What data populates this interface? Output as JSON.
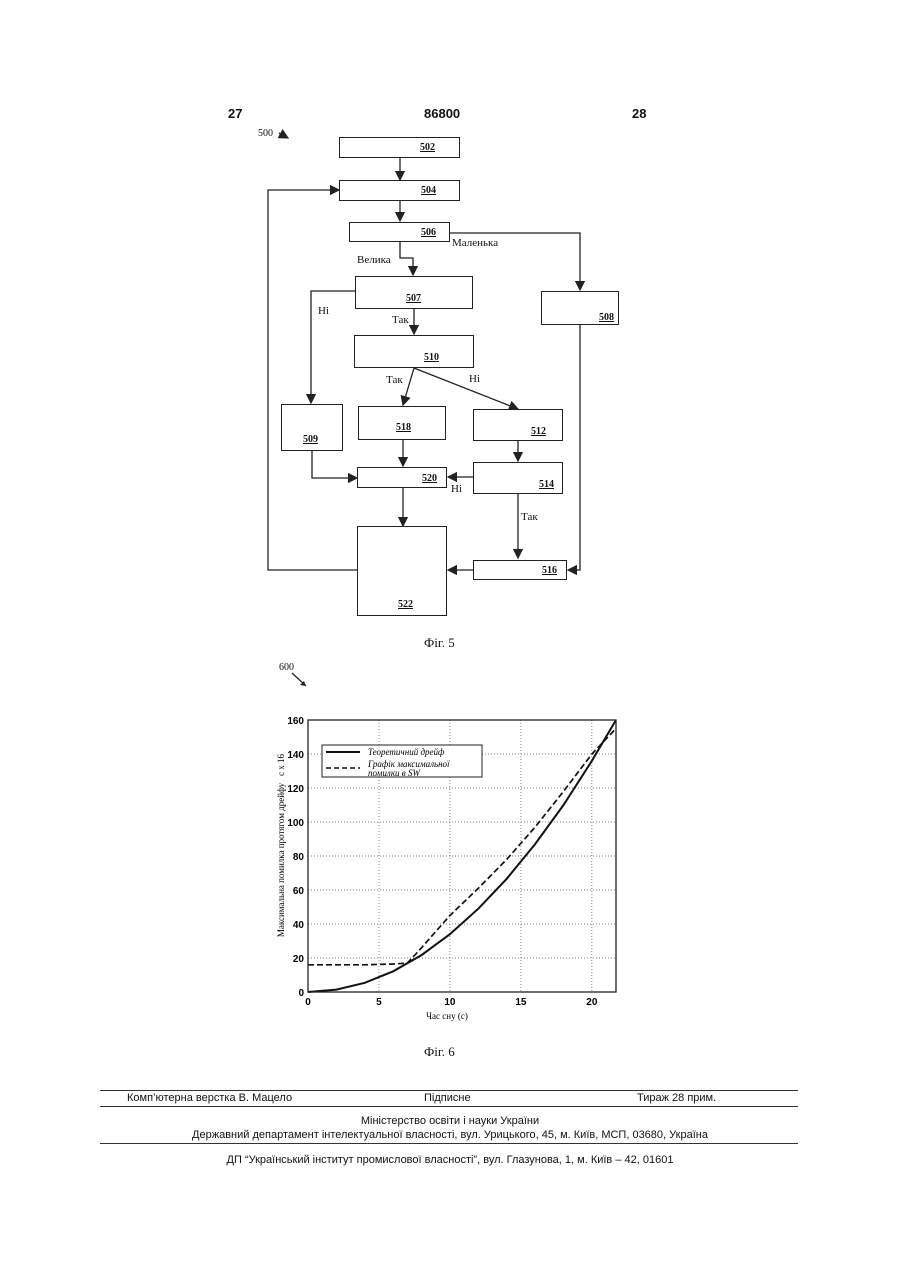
{
  "header": {
    "left_page": "27",
    "patent_number": "86800",
    "right_page": "28"
  },
  "fig5": {
    "ref": "500",
    "boxes": {
      "b502": "502",
      "b504": "504",
      "b506": "506",
      "b507": "507",
      "b508": "508",
      "b509": "509",
      "b510": "510",
      "b512": "512",
      "b514": "514",
      "b516": "516",
      "b518": "518",
      "b520": "520",
      "b522": "522"
    },
    "labels": {
      "small": "Маленька",
      "large": "Велика",
      "no_507": "Ні",
      "yes_507": "Так",
      "yes_510": "Так",
      "no_510": "Ні",
      "no_514": "Ні",
      "yes_514": "Так"
    },
    "caption": "Фіг. 5"
  },
  "fig6": {
    "ref": "600",
    "caption": "Фіг. 6"
  },
  "chart_data": {
    "type": "line",
    "title": "",
    "xlabel": "Час сну (с)",
    "ylabel": "Максимальна помилка протягом дрейфу",
    "ylabel_extra": "с х 16",
    "xlim": [
      0,
      21.7
    ],
    "ylim": [
      0,
      160
    ],
    "xticks": [
      0,
      5,
      10,
      15,
      20
    ],
    "yticks": [
      0,
      20,
      40,
      60,
      80,
      100,
      120,
      140,
      160
    ],
    "grid": true,
    "legend_position": "top-left",
    "series": [
      {
        "name": "Теоретичний дрейф",
        "style": "solid",
        "x": [
          0,
          2,
          4,
          6,
          8,
          10,
          12,
          14,
          16,
          18,
          20,
          21.7
        ],
        "y": [
          0,
          1.4,
          5.4,
          12.2,
          21.7,
          34,
          49,
          66.6,
          87,
          110,
          136,
          160
        ]
      },
      {
        "name": "Графік максимальної помилки в SW",
        "style": "dashed",
        "x": [
          0,
          2,
          4,
          6,
          7,
          8,
          10,
          12,
          14,
          16,
          18,
          20,
          21.7
        ],
        "y": [
          16,
          16,
          16,
          16.5,
          17,
          26,
          45,
          61,
          78,
          97,
          118,
          140,
          155
        ]
      }
    ]
  },
  "footer": {
    "layout_by": "Комп’ютерна верстка В. Мацело",
    "signed": "Підписне",
    "circulation": "Тираж 28 прим.",
    "ministry": "Міністерство освіти і науки України",
    "department": "Державний департамент інтелектуальної власності, вул. Урицького, 45, м. Київ, МСП, 03680, Україна",
    "institute": "ДП “Український інститут промислової власності”, вул. Глазунова, 1, м. Київ – 42, 01601"
  }
}
